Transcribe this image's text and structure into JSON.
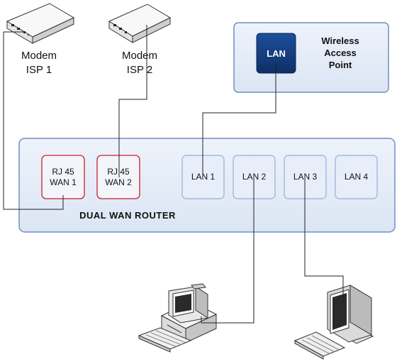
{
  "modems": [
    {
      "line1": "Modem",
      "line2": "ISP 1",
      "icon": "modem-icon"
    },
    {
      "line1": "Modem",
      "line2": "ISP 2",
      "icon": "modem-icon"
    }
  ],
  "access_point": {
    "lan_label": "LAN",
    "title_lines": [
      "Wireless",
      "Access",
      "Point"
    ]
  },
  "router": {
    "title": "DUAL WAN ROUTER",
    "wan_ports": [
      {
        "line1": "RJ 45",
        "line2": "WAN 1"
      },
      {
        "line1": "RJ 45",
        "line2": "WAN 2"
      }
    ],
    "lan_ports": [
      "LAN 1",
      "LAN 2",
      "LAN 3",
      "LAN 4"
    ]
  },
  "devices": [
    {
      "icon": "desktop-computer-icon"
    },
    {
      "icon": "monitor-computer-icon"
    }
  ],
  "colors": {
    "panel_fill": "#e3ebf7",
    "panel_stroke": "#6f8fc4",
    "wan_port_stroke": "#c8202a",
    "lan_port_stroke": "#93afd8",
    "lan_box_fill": "#153d80"
  }
}
